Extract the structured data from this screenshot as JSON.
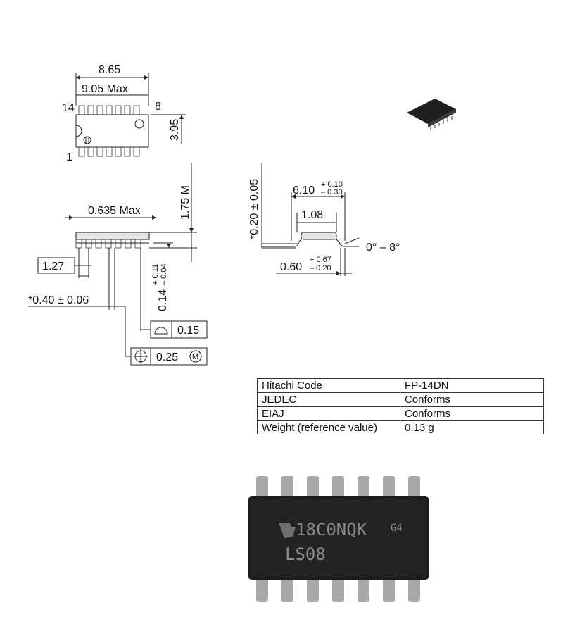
{
  "drawing": {
    "top_view": {
      "width": "8.65",
      "width_max": "9.05 Max",
      "pin_left_top": "14",
      "pin_right_top": "8",
      "pin_left_bottom": "1",
      "height": "3.95"
    },
    "side_view": {
      "standoff_max": "0.635 Max",
      "height_max": "1.75 M",
      "pitch": "1.27",
      "lead_width": "*0.40 ± 0.06",
      "lead_thickness": "0.14",
      "lead_thickness_tol_upper": "+ 0.11",
      "lead_thickness_tol_lower": "– 0.04",
      "flatness_value": "0.15",
      "position_value": "0.25",
      "position_modifier": "M"
    },
    "end_view": {
      "lead_thick": "*0.20 ± 0.05",
      "overall_width": "6.10",
      "overall_width_tol_upper": "+ 0.10",
      "overall_width_tol_lower": "– 0.30",
      "foot_length": "1.08",
      "lead_angle": "0° – 8°",
      "foot": "0.60",
      "foot_tol_upper": "+ 0.67",
      "foot_tol_lower": "– 0.20"
    }
  },
  "spec_table": [
    {
      "label": "Hitachi Code",
      "value": "FP-14DN"
    },
    {
      "label": "JEDEC",
      "value": "Conforms"
    },
    {
      "label": "EIAJ",
      "value": "Conforms"
    },
    {
      "label": "Weight (reference value)",
      "value": "0.13 g"
    }
  ],
  "chip_marking": {
    "line1": "18C0NQK",
    "code": "G4",
    "line2": "LS08"
  },
  "colors": {
    "chip_body": "#1c1c1c",
    "chip_lead": "#a9a9a9",
    "marking": "#8a8a8a"
  }
}
